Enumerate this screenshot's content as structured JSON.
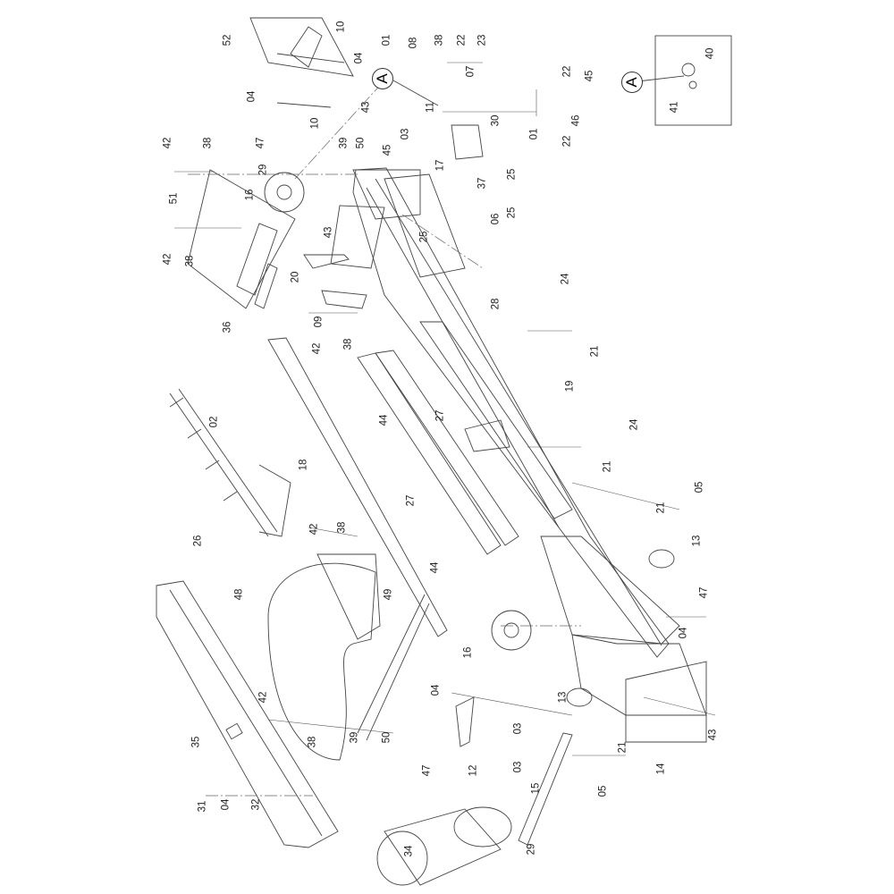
{
  "diagram": {
    "detail_marker": "A",
    "detail_box_marker": "A",
    "labels": [
      "52",
      "10",
      "04",
      "43",
      "01",
      "08",
      "38",
      "22",
      "23",
      "07",
      "11",
      "22",
      "45",
      "46",
      "01",
      "22",
      "30",
      "40",
      "41",
      "04",
      "47",
      "10",
      "42",
      "38",
      "39",
      "50",
      "45",
      "03",
      "17",
      "37",
      "25",
      "06",
      "25",
      "29",
      "16",
      "51",
      "43",
      "25",
      "42",
      "38",
      "20",
      "36",
      "09",
      "42",
      "38",
      "28",
      "24",
      "21",
      "19",
      "02",
      "44",
      "18",
      "27",
      "24",
      "21",
      "27",
      "05",
      "21",
      "13",
      "42",
      "38",
      "26",
      "44",
      "47",
      "48",
      "49",
      "04",
      "16",
      "04",
      "13",
      "42",
      "03",
      "43",
      "35",
      "38",
      "39",
      "50",
      "47",
      "03",
      "21",
      "14",
      "12",
      "05",
      "15",
      "31",
      "04",
      "32",
      "29",
      "34"
    ]
  }
}
